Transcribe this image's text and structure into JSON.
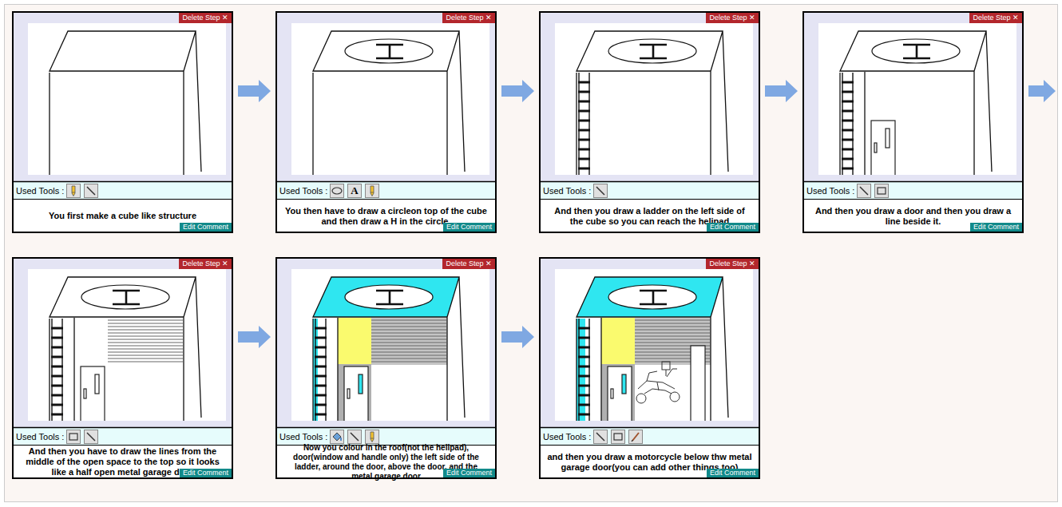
{
  "diagram": {
    "nodes": [
      {
        "text": [
          "Used Tools :",
          "You first make a cube like structure"
        ]
      },
      {
        "text": [
          "Delete Step ✕"
        ],
        "in": 0
      },
      {
        "text": [
          "Edit Comment"
        ],
        "in": 0
      },
      {
        "text": [
          "Used Tools :",
          "You then have to draw a circleon top of the cube and then draw a H in the circle."
        ]
      },
      {
        "text": [
          "Delete Step ✕"
        ],
        "in": 3
      },
      {
        "text": [
          "Edit Comment"
        ],
        "in": 3
      },
      {
        "text": [
          "Used Tools :",
          "And then you draw a ladder on the left side of the cube so you can reach the helipad"
        ]
      },
      {
        "text": [
          "Delete Step ✕"
        ],
        "in": 6
      },
      {
        "text": [
          "Edit Comment"
        ],
        "in": 6
      },
      {
        "text": [
          "Used Tools :",
          "And then you draw a door and then you draw a line beside it."
        ]
      },
      {
        "text": [
          "Delete Step ✕"
        ],
        "in": 9
      },
      {
        "text": [
          "Edit Comment"
        ],
        "in": 9
      },
      {
        "text": [
          "Used Tools :",
          "And then you have to draw the lines from the middle of the open space to the top so it looks like a half open metal garage door"
        ]
      },
      {
        "text": [
          "Delete Step ✕"
        ],
        "in": 12
      },
      {
        "text": [
          "Edit Comment"
        ],
        "in": 12
      },
      {
        "text": [
          "Used Tools :",
          "Now you colour in the roof(not the helipad), door(window and handle only) the left side of the ladder, around the door, above the door, and the metal garage door"
        ]
      },
      {
        "text": [
          "Delete Step ✕"
        ],
        "in": 15
      },
      {
        "text": [
          "Edit Comment"
        ],
        "in": 15
      },
      {
        "text": [
          "Used Tools :",
          "and then you draw a motorcycle below thw metal garage door(you can add other things too)"
        ]
      },
      {
        "text": [
          "Delete Step ✕"
        ],
        "in": 18
      },
      {
        "text": [
          "Edit Comment"
        ],
        "in": 18
      }
    ],
    "edges": [
      {
        "from": 0,
        "to": 3,
        "arrow": "to"
      },
      {
        "from": 3,
        "to": 6,
        "arrow": "to"
      },
      {
        "from": 6,
        "to": 9,
        "arrow": "to"
      },
      {
        "from": 12,
        "to": 15,
        "arrow": "to"
      },
      {
        "from": 15,
        "to": 18,
        "arrow": "to"
      }
    ],
    "labels": [
      "A"
    ]
  }
}
